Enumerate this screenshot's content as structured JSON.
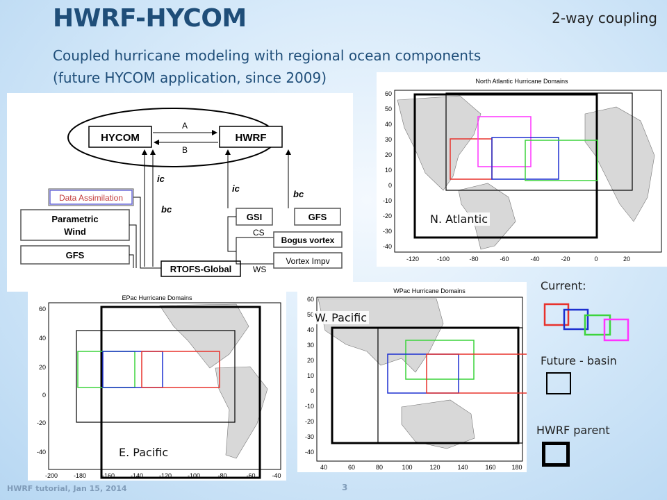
{
  "title": "HWRF-HYCOM",
  "subtitle_line1": "Coupled hurricane modeling with regional ocean components",
  "subtitle_line2": "(future HYCOM application, since 2009)",
  "coupling_label": "2-way coupling",
  "diagram": {
    "hycom": "HYCOM",
    "hwrf": "HWRF",
    "arrow_a": "A",
    "arrow_b": "B",
    "ic1": "ic",
    "ic2": "ic",
    "bc1": "bc",
    "bc2": "bc",
    "data_assimilation": "Data Assimilation",
    "parametric_1": "Parametric",
    "parametric_2": "Wind",
    "gfs_left": "GFS",
    "rtofs": "RTOFS-Global",
    "gsi": "GSI",
    "gfs_right": "GFS",
    "cs": "CS",
    "ws": "WS",
    "bogus": "Bogus vortex",
    "vortex": "Vortex Impv"
  },
  "maps": {
    "natl": {
      "title": "North Atlantic Hurricane Domains",
      "label": "N. Atlantic",
      "xticks": [
        "-120",
        "-100",
        "-80",
        "-60",
        "-40",
        "-20",
        "0",
        "20"
      ],
      "yticks": [
        "60",
        "50",
        "40",
        "30",
        "20",
        "10",
        "0",
        "-10",
        "-20",
        "-30",
        "-40"
      ]
    },
    "epac": {
      "title": "EPac Hurricane Domains",
      "label": "E. Pacific",
      "xticks": [
        "-200",
        "-180",
        "-160",
        "-140",
        "-120",
        "-100",
        "-80",
        "-60",
        "-40"
      ],
      "yticks": [
        "60",
        "40",
        "20",
        "0",
        "-20",
        "-40"
      ]
    },
    "wpac": {
      "title": "WPac Hurricane Domains",
      "label": "W. Pacific",
      "xticks": [
        "40",
        "60",
        "80",
        "100",
        "120",
        "140",
        "160",
        "180"
      ],
      "yticks": [
        "60",
        "50",
        "40",
        "30",
        "20",
        "10",
        "0",
        "-10",
        "-20",
        "-30",
        "-40"
      ]
    }
  },
  "legend": {
    "current": "Current:",
    "future": "Future - basin",
    "parent": "HWRF parent"
  },
  "colors": {
    "red": "#e8322c",
    "blue": "#1c2fd0",
    "green": "#3cd43c",
    "magenta": "#ff33ff",
    "title": "#1f4e79"
  },
  "footer": "HWRF tutorial, Jan 15, 2014",
  "page_number": "3"
}
